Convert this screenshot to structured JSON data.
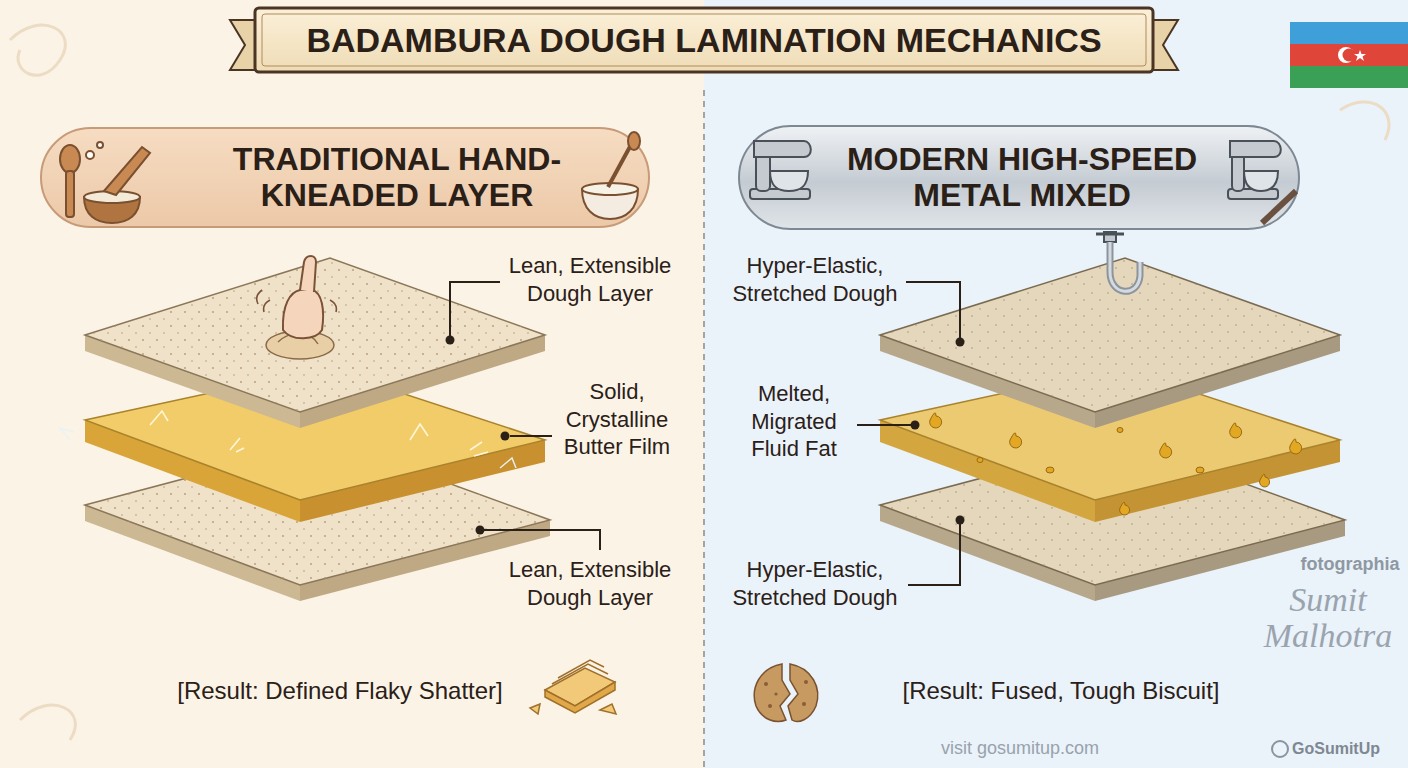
{
  "diagram": {
    "title": "BADAMBURA DOUGH LAMINATION MECHANICS",
    "nodes": [
      {
        "text": [
          "TRADITIONAL HAND-KNEADED LAYER"
        ]
      },
      {
        "text": [
          "MODERN HIGH-SPEED METAL MIXED"
        ]
      }
    ],
    "labels": [
      "Lean, Extensible Dough Layer",
      "Solid, Crystalline Butter Film",
      "Lean, Extensible Dough Layer",
      "[Result: Defined Flaky Shatter]",
      "Hyper-Elastic, Stretched Dough",
      "Melted, Migrated Fluid Fat",
      "Hyper-Elastic, Stretched Dough",
      "[Result: Fused, Tough Biscuit]",
      "fotographia",
      "Sumit Malhotra",
      "visit gosumitup.com",
      "GoSumitUp"
    ]
  }
}
